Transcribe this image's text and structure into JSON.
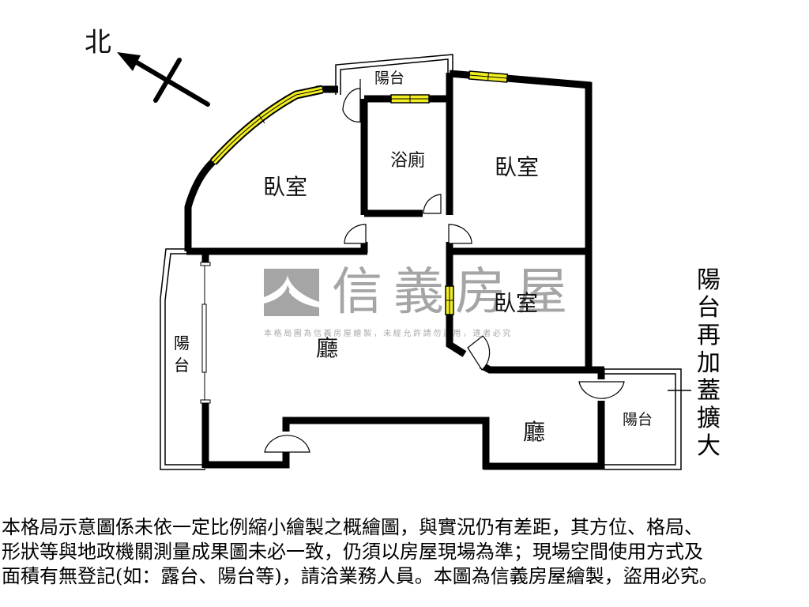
{
  "compass": {
    "label": "北",
    "icon": "north-arrow-icon"
  },
  "watermark": {
    "brand": "信義房屋",
    "notice": "本格局圖為信義房屋繪製，未經允許請勿盜用，違者必究",
    "logo_color": "#a5a5a5"
  },
  "rooms": {
    "bedroom_northwest": "臥室",
    "bathroom": "浴廁",
    "bedroom_northeast": "臥室",
    "bedroom_middle": "臥室",
    "living_room_main": "廳",
    "living_room_south": "廳",
    "balcony_top": "陽台",
    "balcony_left": "陽台",
    "balcony_right": "陽台"
  },
  "annotation": {
    "balcony_extension": "陽台再加蓋擴大"
  },
  "colors": {
    "wall": "#000000",
    "window": "#f2ee21",
    "background": "#ffffff"
  },
  "disclaimer": {
    "lines": [
      "本格局示意圖係未依一定比例縮小繪製之概繪圖，與實況仍有差距，其方位、格局、",
      "形狀等與地政機關測量成果圖未必一致，仍須以房屋現場為準；現場空間使用方式及",
      "面積有無登記(如：露台、陽台等)，請洽業務人員。本圖為信義房屋繪製，盜用必究。"
    ]
  }
}
